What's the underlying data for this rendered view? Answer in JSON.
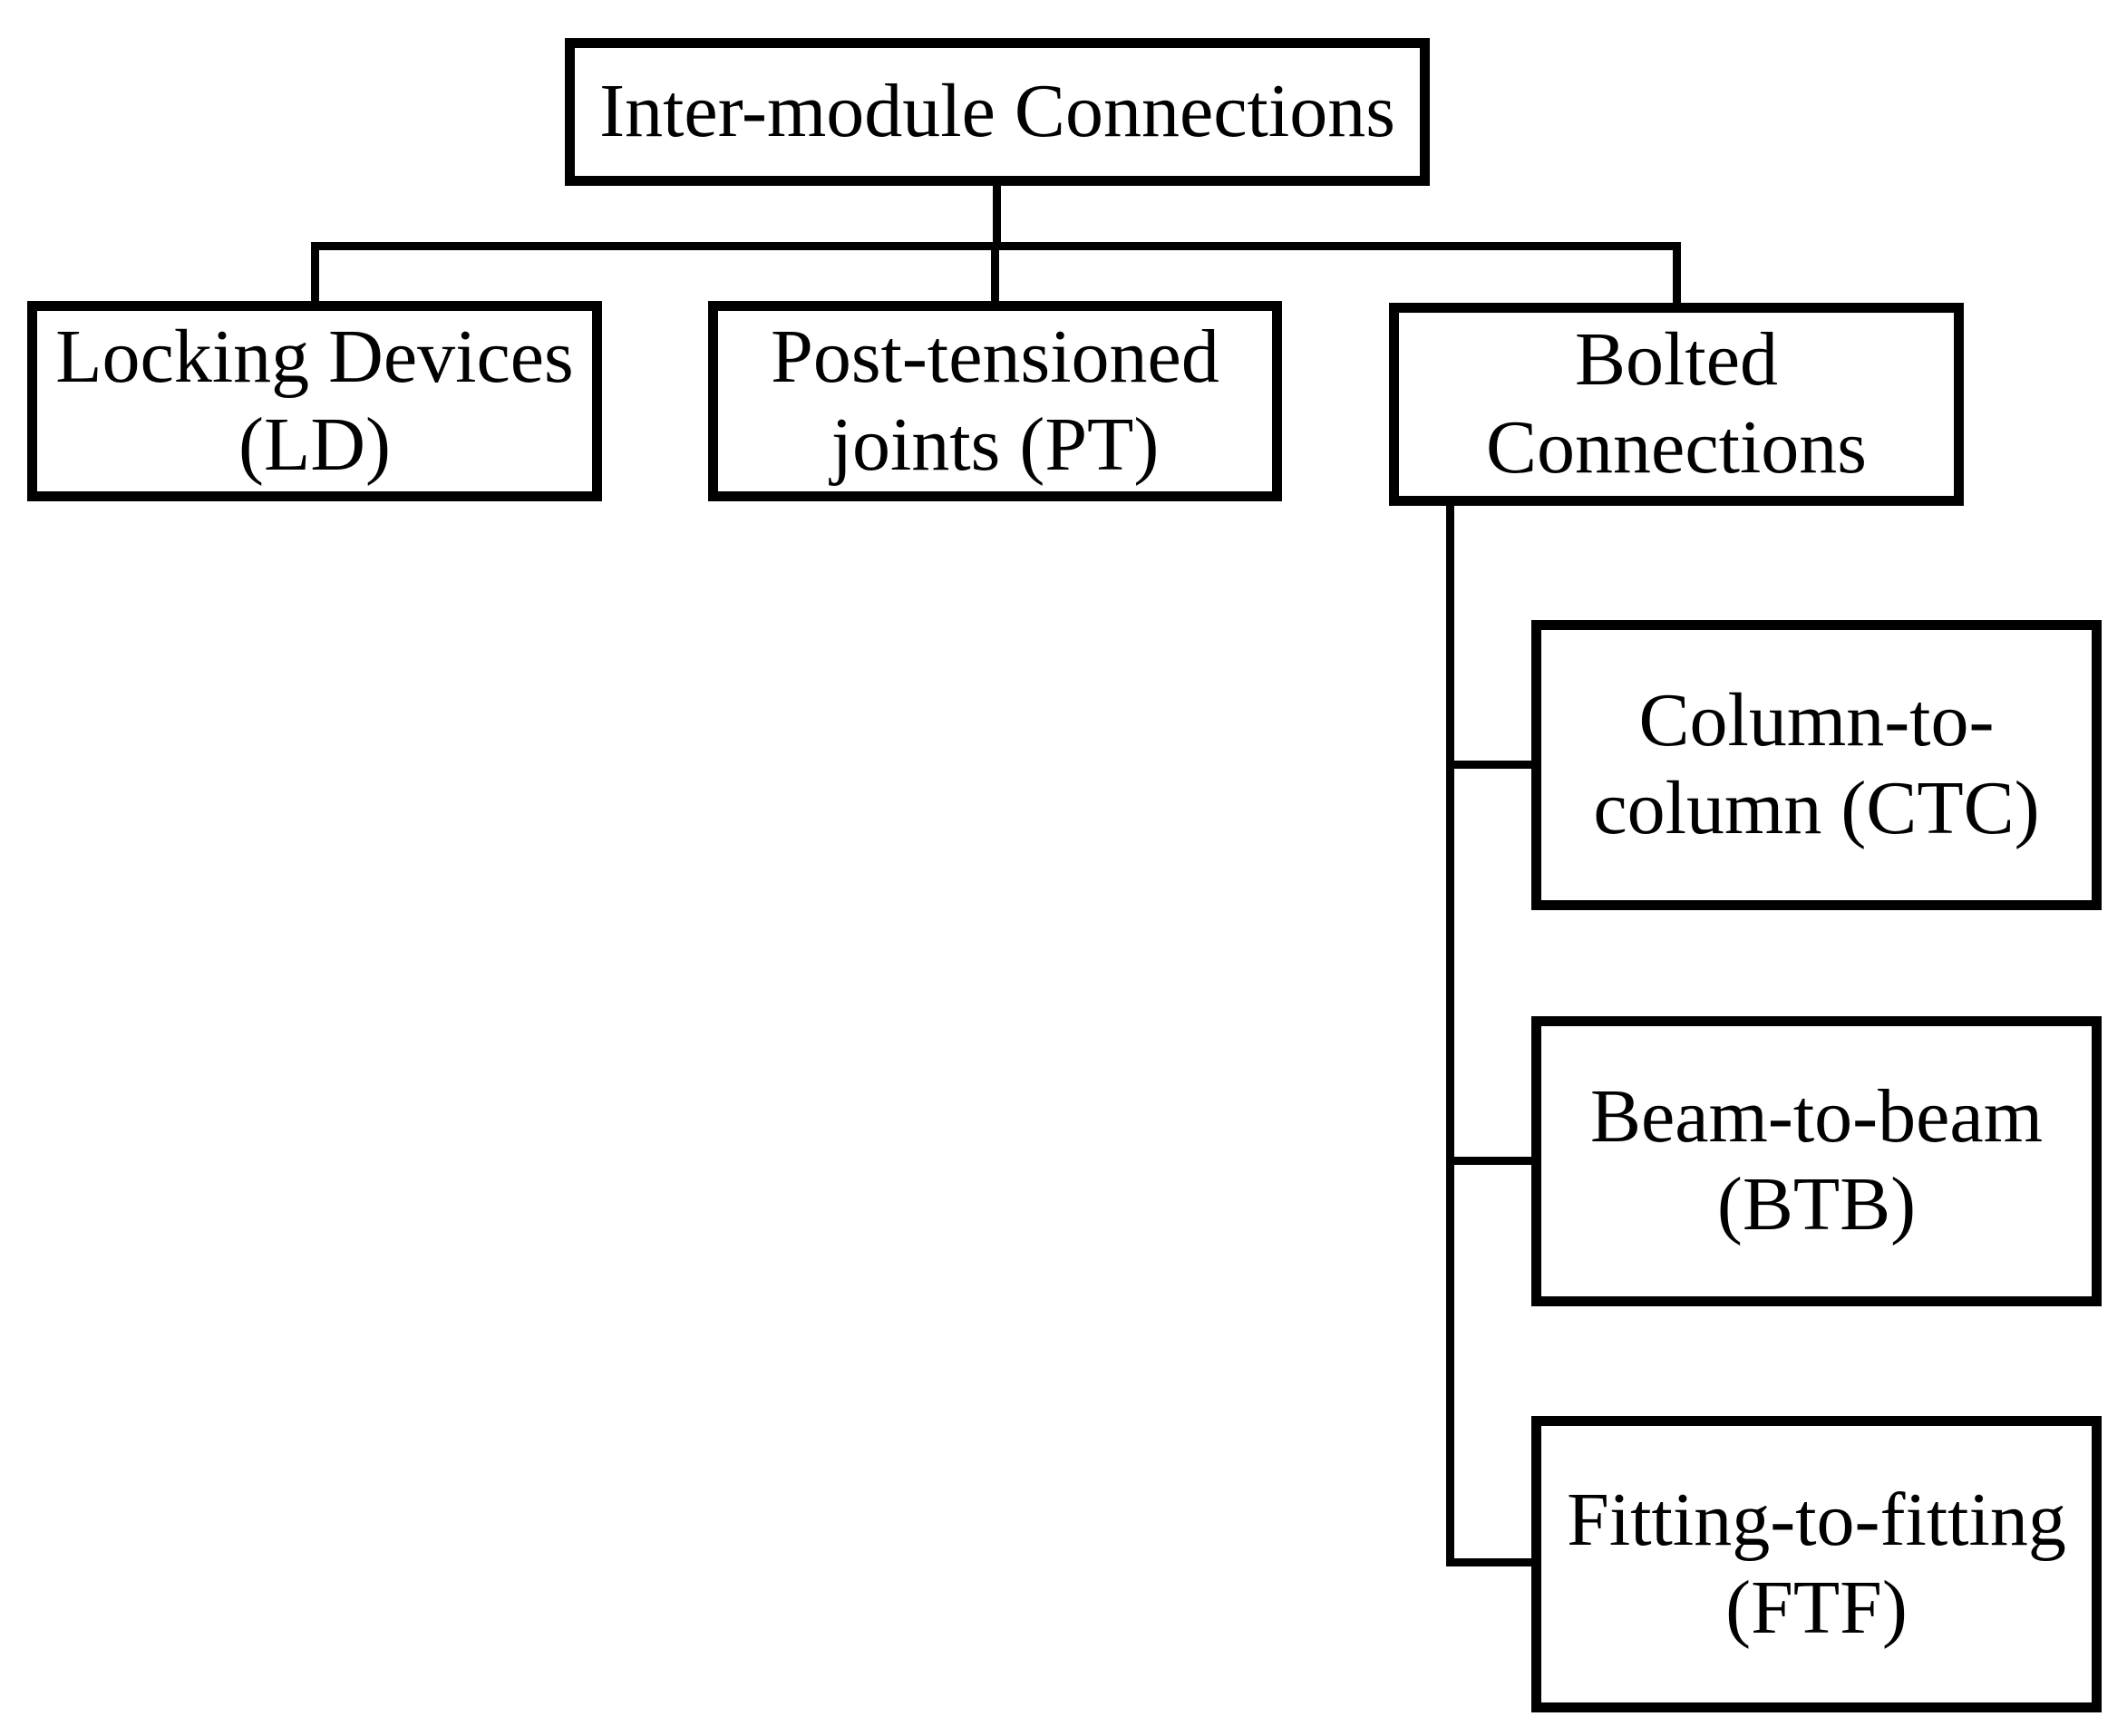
{
  "diagram": {
    "title": "Inter-module Connections",
    "type": "tree",
    "colors": {
      "line": "#000000",
      "box_border": "#000000",
      "box_background": "#ffffff",
      "text": "#000000",
      "page_background": "#ffffff"
    },
    "nodes": {
      "root": {
        "line1": "Inter-module Connections"
      },
      "ld": {
        "line1": "Locking Devices",
        "line2": "(LD)"
      },
      "pt": {
        "line1": "Post-tensioned",
        "line2": "joints (PT)"
      },
      "bolted": {
        "line1": "Bolted",
        "line2": "Connections"
      },
      "ctc": {
        "line1": "Column-to-",
        "line2": "column (CTC)"
      },
      "btb": {
        "line1": "Beam-to-beam",
        "line2": "(BTB)"
      },
      "ftf": {
        "line1": "Fitting-to-fitting",
        "line2": "(FTF)"
      }
    },
    "hierarchy": {
      "root": "Inter-module Connections",
      "children": [
        "Locking Devices (LD)",
        "Post-tensioned joints (PT)",
        "Bolted Connections"
      ],
      "bolted_connections_children": [
        "Column-to-column (CTC)",
        "Beam-to-beam (BTB)",
        "Fitting-to-fitting (FTF)"
      ]
    }
  }
}
